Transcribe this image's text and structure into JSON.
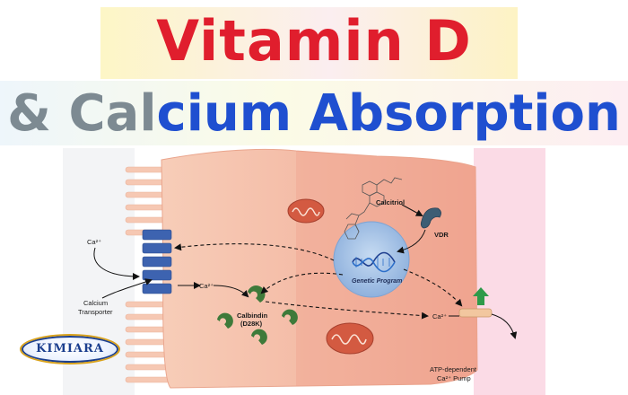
{
  "title": {
    "line1": "Vitamin D",
    "line2_part1": "& Cal",
    "line2_part2": "cium Absorption"
  },
  "labels": {
    "ca_top": "Ca²⁺",
    "calcium_transporter_1": "Calcium",
    "calcium_transporter_2": "Transporter",
    "ca_mid": "Ca²⁺",
    "calcitriol": "Calcitriol",
    "vdr": "VDR",
    "genetic_program": "Genetic Program",
    "calbindin_1": "Calbindin",
    "calbindin_2": "(D28K)",
    "ca_right": "Ca²⁺",
    "pump_1": "ATP-dependent",
    "pump_2": "Ca²⁺ Pump"
  },
  "logo": {
    "text": "KIMIARA"
  },
  "colors": {
    "title_red": "#e01e2d",
    "title_grey": "#7d8a92",
    "title_blue": "#1f4fd0",
    "cell": "#f4b8a0",
    "calbindin": "#3e7a3a",
    "transporter": "#3d63b0",
    "nucleus": "#a9c4e6",
    "basolateral_band": "#fbdbe6"
  }
}
